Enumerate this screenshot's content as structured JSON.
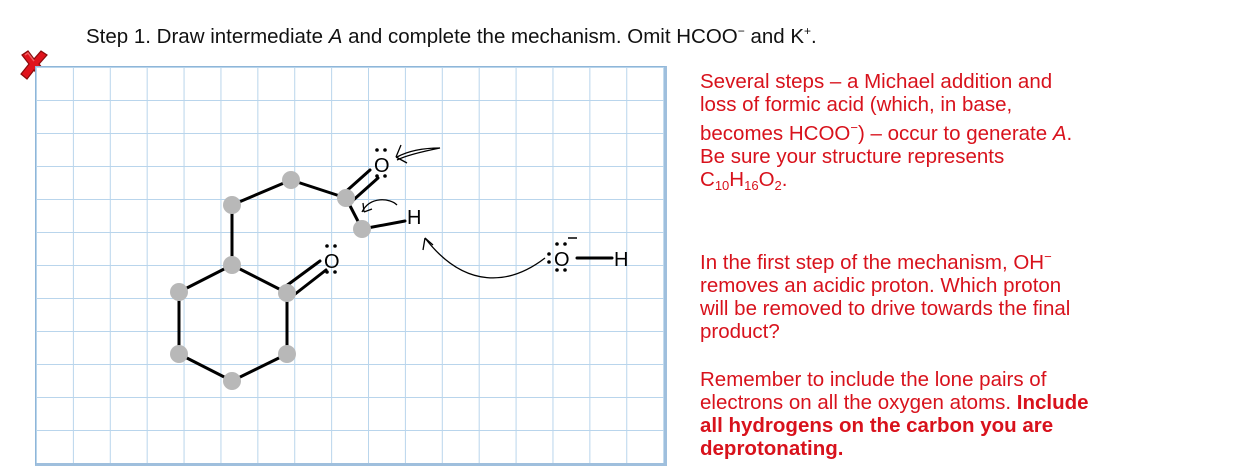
{
  "question": {
    "prefix": "Step 1. Draw intermediate ",
    "italic": "A",
    "middle": " and complete the mechanism. Omit HCOO",
    "minus": "−",
    "and": " and K",
    "plus": "+",
    "end": "."
  },
  "status": {
    "icon": "x-mark-icon",
    "color": "#d8121c"
  },
  "molecule": {
    "atoms": {
      "o_top": "O",
      "o_ring": "O",
      "o_hydroxide": "O",
      "h_alpha": "H",
      "h_hydroxide": "H"
    },
    "node_color": "#b8b8b8",
    "bond_color": "#000000"
  },
  "hints": {
    "h1": {
      "line1": "Several steps – a Michael addition and",
      "line2": "loss of formic acid (which, in base,",
      "line3a": "becomes HCOO",
      "line3b": "−",
      "line3c": ") –  occur to generate ",
      "line3d": "A",
      "line3e": ".",
      "line4": "Be sure your structure represents",
      "formula": {
        "c": "C",
        "c_n": "10",
        "h": "H",
        "h_n": "16",
        "o": "O",
        "o_n": "2",
        "end": "."
      }
    },
    "h2": {
      "line1a": "In the first step of the mechanism, OH",
      "line1b": "−",
      "line2": "removes an acidic proton. Which proton",
      "line3": "will be removed to drive towards the final",
      "line4": "product?"
    },
    "h3": {
      "line1": "Remember to include the lone pairs of",
      "line2a": "electrons on all the oxygen atoms. ",
      "line2b": "Include",
      "line3": "all hydrogens on the carbon you are",
      "line4": "deprotonating."
    },
    "color": "#d8121c"
  }
}
